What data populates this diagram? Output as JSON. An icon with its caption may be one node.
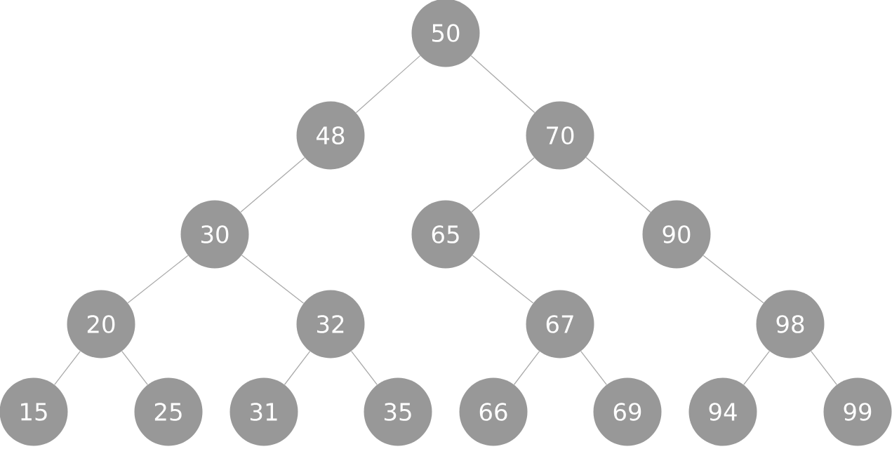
{
  "diagram": {
    "nodes": [
      {
        "text": [
          "50"
        ]
      },
      {
        "text": [
          "48"
        ]
      },
      {
        "text": [
          "70"
        ]
      },
      {
        "text": [
          "30"
        ]
      },
      {
        "text": [
          "65"
        ]
      },
      {
        "text": [
          "90"
        ]
      },
      {
        "text": [
          "20"
        ]
      },
      {
        "text": [
          "32"
        ]
      },
      {
        "text": [
          "67"
        ]
      },
      {
        "text": [
          "98"
        ]
      },
      {
        "text": [
          "15"
        ]
      },
      {
        "text": [
          "25"
        ]
      },
      {
        "text": [
          "31"
        ]
      },
      {
        "text": [
          "35"
        ]
      },
      {
        "text": [
          "66"
        ]
      },
      {
        "text": [
          "69"
        ]
      },
      {
        "text": [
          "94"
        ]
      },
      {
        "text": [
          "99"
        ]
      }
    ],
    "edges": [
      {
        "from": 0,
        "to": 1,
        "arrow": "none"
      },
      {
        "from": 0,
        "to": 2,
        "arrow": "none"
      },
      {
        "from": 1,
        "to": 3,
        "arrow": "none"
      },
      {
        "from": 2,
        "to": 4,
        "arrow": "none"
      },
      {
        "from": 2,
        "to": 5,
        "arrow": "none"
      },
      {
        "from": 3,
        "to": 6,
        "arrow": "none"
      },
      {
        "from": 3,
        "to": 7,
        "arrow": "none"
      },
      {
        "from": 4,
        "to": 8,
        "arrow": "none"
      },
      {
        "from": 5,
        "to": 9,
        "arrow": "none"
      },
      {
        "from": 6,
        "to": 10,
        "arrow": "none"
      },
      {
        "from": 6,
        "to": 11,
        "arrow": "none"
      },
      {
        "from": 7,
        "to": 12,
        "arrow": "none"
      },
      {
        "from": 7,
        "to": 13,
        "arrow": "none"
      },
      {
        "from": 8,
        "to": 14,
        "arrow": "none"
      },
      {
        "from": 8,
        "to": 15,
        "arrow": "none"
      },
      {
        "from": 9,
        "to": 16,
        "arrow": "none"
      },
      {
        "from": 9,
        "to": 17,
        "arrow": "none"
      }
    ]
  }
}
